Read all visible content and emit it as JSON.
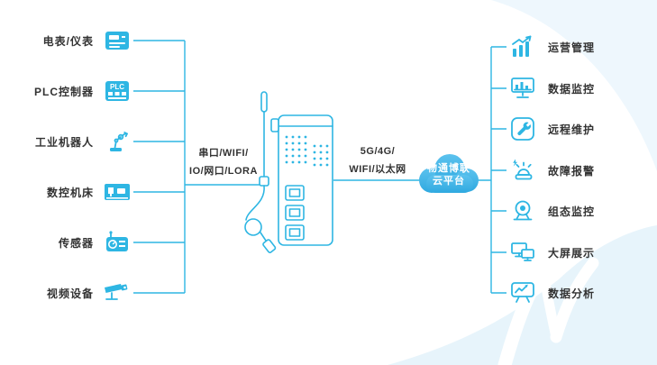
{
  "colors": {
    "accent": "#2eb6e3",
    "text": "#333333",
    "cloud_fill": "#47b8e9",
    "background_swoosh": "#eaf5fc"
  },
  "left_devices": {
    "plc_icon_text": "PLC",
    "items": [
      {
        "label": "电表/仪表",
        "icon": "meter-icon"
      },
      {
        "label": "PLC控制器",
        "icon": "plc-icon"
      },
      {
        "label": "工业机器人",
        "icon": "robot-arm-icon"
      },
      {
        "label": "数控机床",
        "icon": "cnc-machine-icon"
      },
      {
        "label": "传感器",
        "icon": "sensor-icon"
      },
      {
        "label": "视频设备",
        "icon": "video-camera-icon"
      }
    ]
  },
  "links": {
    "left": {
      "line1": "串口/WIFI/",
      "line2": "IO/网口/LORA"
    },
    "right": {
      "line1": "5G/4G/",
      "line2": "WIFI/以太网"
    }
  },
  "gateway": {
    "icon": "industrial-gateway-router"
  },
  "cloud": {
    "line1": "物通博联",
    "line2": "云平台"
  },
  "right_features": {
    "items": [
      {
        "label": "运营管理",
        "icon": "operations-chart-icon"
      },
      {
        "label": "数据监控",
        "icon": "data-monitoring-icon"
      },
      {
        "label": "远程维护",
        "icon": "remote-maintenance-icon"
      },
      {
        "label": "故障报警",
        "icon": "fault-alarm-icon"
      },
      {
        "label": "组态监控",
        "icon": "config-monitoring-icon"
      },
      {
        "label": "大屏展示",
        "icon": "big-screen-icon"
      },
      {
        "label": "数据分析",
        "icon": "data-analysis-icon"
      }
    ]
  }
}
